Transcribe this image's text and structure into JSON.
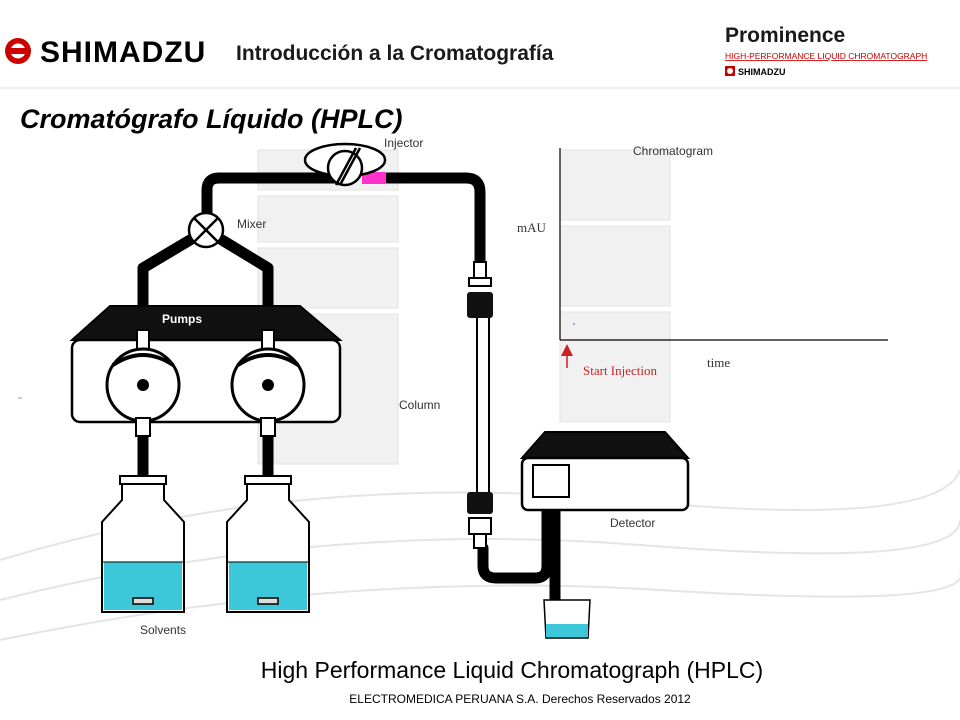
{
  "header": {
    "logo_text": "SHIMADZU",
    "course_title": "Introducción a la Cromatografía",
    "brand_product": "Prominence",
    "brand_tagline": "HIGH-PERFORMANCE  LIQUID  CHROMATOGRAPH",
    "brand_maker": "SHIMADZU"
  },
  "slide": {
    "title": "Cromatógrafo Líquido (HPLC)",
    "caption": "High Performance Liquid Chromatograph (HPLC)",
    "footer": "ELECTROMEDICA PERUANA S.A.   Derechos Reservados   2012"
  },
  "labels": {
    "injector": "Injector",
    "mixer": "Mixer",
    "pumps": "Pumps",
    "column": "Column",
    "detector": "Detector",
    "solvents": "Solvents",
    "chromatogram": "Chromatogram",
    "y_axis": "mAU",
    "x_axis": "time",
    "start_injection": "Start Injection"
  },
  "colors": {
    "brand_red": "#cc0000",
    "title_text": "#000000",
    "solvent_fill": "#3cc8d8",
    "injector_loop": "#ff33cc",
    "start_injection": "#cc2222"
  }
}
